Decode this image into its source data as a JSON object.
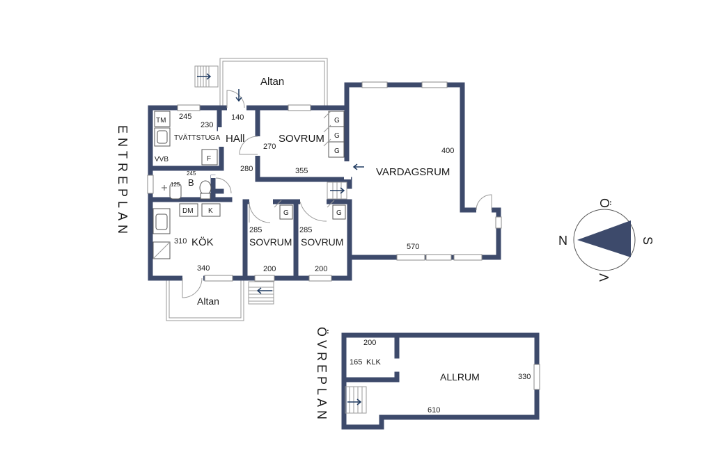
{
  "plan": {
    "levels": {
      "entry": "ENTREPLAN",
      "upper": "ÖVREPLAN"
    },
    "rooms": {
      "altan_top": "Altan",
      "altan_bottom": "Altan",
      "hall": "HAll",
      "sovrum_1": "SOVRUM",
      "sovrum_2": "SOVRUM",
      "sovrum_3": "SOVRUM",
      "vardagsrum": "VARDAGSRUM",
      "tvattstuga": "TVÄTTSTUGA",
      "kok": "KÖK",
      "badrum": "B",
      "allrum": "ALLRUM",
      "klk": "KLK"
    },
    "fixtures": {
      "tm": "TM",
      "vvb": "VVB",
      "f": "F",
      "dm": "DM",
      "k": "K",
      "g1": "G",
      "g2": "G",
      "g3": "G",
      "g4": "G",
      "g5": "G"
    },
    "dimensions": {
      "d245": "245",
      "d230": "230",
      "d140": "140",
      "d270": "270",
      "d280": "280",
      "d355": "355",
      "d400": "400",
      "d245b": "245",
      "d125": "125",
      "d285a": "285",
      "d285b": "285",
      "d310": "310",
      "d340": "340",
      "d200a": "200",
      "d200b": "200",
      "d570": "570",
      "d200c": "200",
      "d165": "165",
      "d330": "330",
      "d610": "610"
    },
    "compass": {
      "n": "N",
      "s": "S",
      "o": "Ö",
      "v": "V"
    }
  }
}
